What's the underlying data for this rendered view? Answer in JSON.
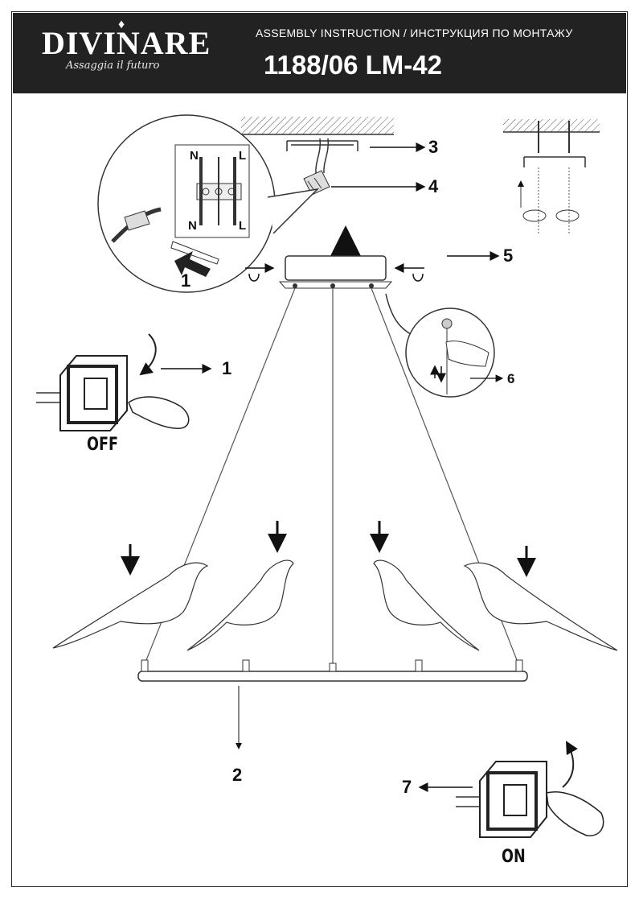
{
  "header": {
    "brand": "DIVINARE",
    "brand_tagline": "Assaggia il futuro",
    "instruction_title": "ASSEMBLY INSTRUCTION / ИНСТРУКЦИЯ ПО МОНТАЖУ",
    "model": "1188/06 LM-42"
  },
  "labels": {
    "n1": "1",
    "n2": "2",
    "n3": "3",
    "n4": "4",
    "n5": "5",
    "n6": "6",
    "n7": "7",
    "inset_1": "1",
    "wire_n_top": "N",
    "wire_l_top": "L",
    "wire_n_bot": "N",
    "wire_l_bot": "L",
    "switch_off": "OFF",
    "switch_on": "ON"
  },
  "colors": {
    "header_bg": "#222222",
    "line": "#333333"
  }
}
